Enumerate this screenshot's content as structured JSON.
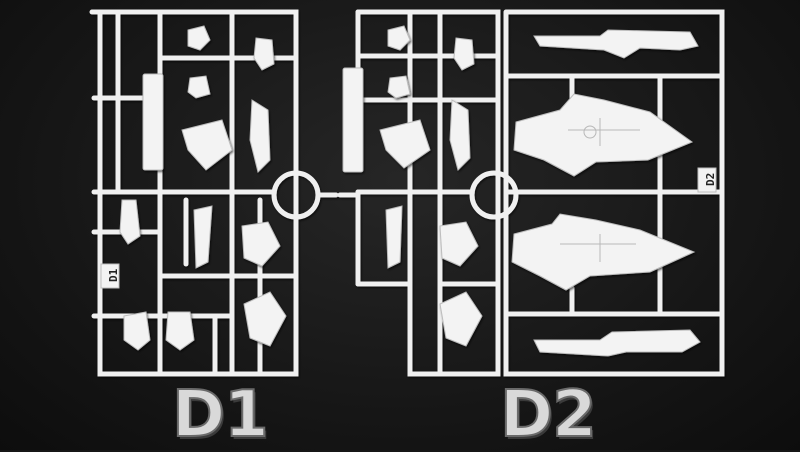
{
  "sprues": [
    {
      "id": "d1",
      "tag": "D1",
      "caption": "D1"
    },
    {
      "id": "d2",
      "tag": "D2",
      "caption": "D2"
    }
  ],
  "colors": {
    "background": "#161616",
    "plastic": "#f2f2f2",
    "plastic_shadow": "#c9c9c9",
    "caption_fill": "#d9d9d9",
    "caption_outline": "#6a6a6a"
  }
}
